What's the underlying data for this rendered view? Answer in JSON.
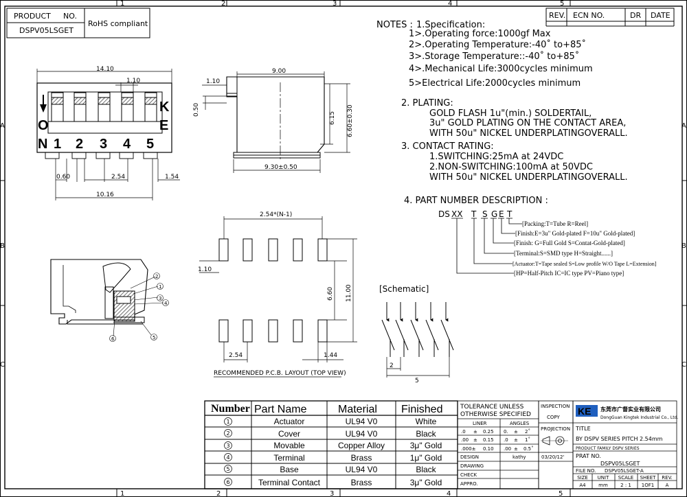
{
  "frame": {
    "top_cols": [
      "1",
      "2",
      "3",
      "4",
      "5"
    ],
    "bottom_cols": [
      "1",
      "2",
      "3",
      "4",
      "5"
    ],
    "rows": [
      "A",
      "B",
      "C"
    ]
  },
  "title_block": {
    "product_no_label": "PRODUCT",
    "no_label": "NO.",
    "product_no": "DSPV05LSGET",
    "rohs": "RoHS compliant"
  },
  "revision_block": {
    "rev": "REV.",
    "ecn": "ECN NO.",
    "dr": "DR",
    "date": "DATE"
  },
  "notes": {
    "heading": "NOTES :",
    "spec_title": "1.Specification:",
    "spec": [
      "1>.Operating force:1000gf Max",
      "2>.Operating Temperature:-40˚ to+85˚",
      "3>.Storage Temperature::-40˚ to+85˚",
      "4>.Mechanical Life:3000cycles minimum",
      "5>Electrical Life:2000cycles minimum"
    ],
    "plating_title": "2. PLATING:",
    "plating": [
      "GOLD FLASH 1u\"(min.) SOLDERTAIL,",
      "3u\" GOLD PLATING  ON THE CONTACT AREA,",
      "WITH 50u\" NICKEL UNDERPLATINGOVERALL."
    ],
    "contact_title": "3. CONTACT RATING:",
    "contact": [
      "1.SWITCHING:25mA at 24VDC",
      "2.NON-SWITCHING:100mA at 50VDC",
      "WITH 50u\" NICKEL UNDERPLATINGOVERALL."
    ],
    "pn_title": "4. PART NUMBER DESCRIPTION :",
    "pn_parts": [
      "DS",
      "XX",
      "T",
      "S",
      "G",
      "E",
      "T"
    ],
    "pn_desc": [
      "[Packing:T=Tube R=Reel]",
      "[Finish:E=3u\" Gold-plated F=10u\" Gold-plated]",
      "[Finish: G=Full Gold S=Contat-Gold-plated]",
      "[Terminal:S=SMD type  H=Straight......]",
      "[Actuator:T=Tape sealed S=Low profile W/O Tape L=Extension]",
      "[HP=Half-Pitch IC=IC type PV=Piano type]"
    ]
  },
  "front_view": {
    "dims": [
      "14.10",
      "1.10",
      "0.60",
      "2.54",
      "1.54",
      "10.16"
    ],
    "labels": [
      "O",
      "N",
      "K",
      "E"
    ],
    "positions": [
      "1",
      "2",
      "3",
      "4",
      "5"
    ]
  },
  "side_view": {
    "dims": [
      "9.00",
      "1.10",
      "0.50",
      "6.15",
      "6.60±0.30",
      "9.30±0.50"
    ]
  },
  "pcb_layout": {
    "dims": [
      "2.54*(N-1)",
      "1.10",
      "6.60",
      "11.00",
      "2.54",
      "1.44"
    ],
    "caption": "RECOMMENDED P.C.B. LAYOUT (TOP VIEW)"
  },
  "section_view": {
    "callouts": [
      "2",
      "1",
      "3",
      "4",
      "5",
      "6"
    ]
  },
  "schematic": {
    "title": "[Schematic]",
    "dims": [
      "2",
      "5"
    ]
  },
  "bom": {
    "headers": [
      "Number",
      "Part Name",
      "Material",
      "Finished"
    ],
    "rows": [
      {
        "num": "1",
        "part": "Actuator",
        "material": "UL94 V0",
        "finish": "White"
      },
      {
        "num": "2",
        "part": "Cover",
        "material": "UL94 V0",
        "finish": "Black"
      },
      {
        "num": "3",
        "part": "Movable",
        "material": "Copper Alloy",
        "finish": "3μ\" Gold"
      },
      {
        "num": "4",
        "part": "Terminal",
        "material": "Brass",
        "finish": "1μ\" Gold"
      },
      {
        "num": "5",
        "part": "Base",
        "material": "UL94 V0",
        "finish": "Black"
      },
      {
        "num": "6",
        "part": "Terminal Contact",
        "material": "Brass",
        "finish": "3μ\" Gold"
      }
    ]
  },
  "tolerance": {
    "title1": "TOLERANCE  UNLESS",
    "title2": "OTHERWISE  SPECIFIED",
    "liner": "LINER",
    "angles": "ANGLES",
    "rows": [
      [
        ".0",
        "±",
        "0.25",
        "0.",
        "±",
        "2˚"
      ],
      [
        ".00",
        "±",
        "0.15",
        ".0",
        "±",
        "1˚"
      ],
      [
        ".000±",
        "",
        "0.10",
        ".00",
        "±",
        "0.5˚"
      ]
    ],
    "design": "DESIGN",
    "designer": "kathy",
    "drawing": "DRAWING",
    "check": "CHECK",
    "appro": "APPRO."
  },
  "inspection": {
    "label": "INSPECTION",
    "copy": "COPY",
    "projection": "PROJECTION",
    "date": "03/20/12'"
  },
  "company": {
    "logo": "KE",
    "name_cn": "东莞市广督实业有限公司",
    "name_en": "DongGuan Kingtek Industrial Co., Ltd.",
    "title_label": "TITLE",
    "title": "BY DSPV SERIES PITCH 2.54mm",
    "family": "PRODUCT FAMILY DSPV SERIES",
    "prat_label": "PRAT NO.",
    "prat_no": "DSPV05LSGET",
    "file_label": "FILE NO.",
    "file_no": "DSPV05LSGET-A",
    "bottom_headers": [
      "SIZE",
      "UNIT",
      "SCALE",
      "SHEET",
      "REV."
    ],
    "bottom_values": [
      "A4",
      "mm",
      "2 : 1",
      "1OF1",
      "A"
    ]
  },
  "colors": {
    "line": "#000000",
    "hatch": "#444444",
    "logo": "#1f5fbf"
  }
}
